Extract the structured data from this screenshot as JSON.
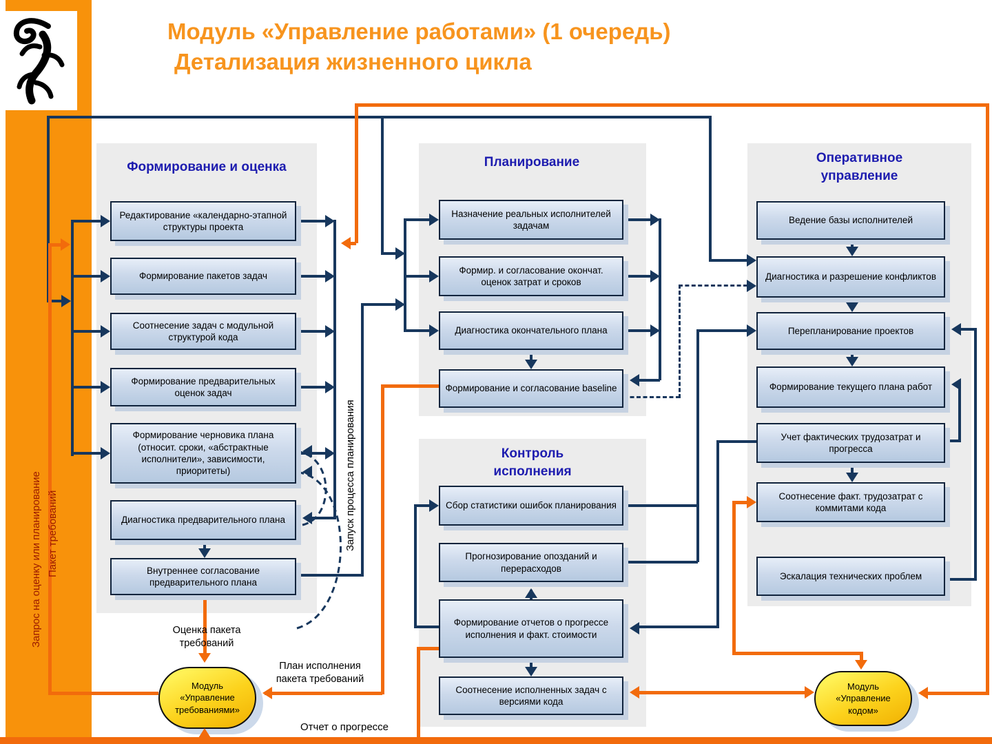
{
  "title": {
    "line1": "Модуль «Управление работами» (1 очередь)",
    "line2": "Детализация жизненного цикла"
  },
  "groups": [
    {
      "title": "Формирование и оценка",
      "boxes": [
        "Редактирование «календарно-этапной структуры проекта",
        "Формирование пакетов задач",
        "Соотнесение задач с модульной структурой кода",
        "Формирование предварительных оценок задач",
        "Формирование черновика плана (относит. сроки, «абстрактные исполнители», зависимости, приоритеты)",
        "Диагностика предварительного плана",
        "Внутреннее согласование предварительного плана"
      ]
    },
    {
      "title": "Планирование",
      "boxes": [
        "Назначение реальных исполнителей задачам",
        "Формир. и согласование окончат. оценок затрат и сроков",
        "Диагностика окончательного плана",
        "Формирование и согласование baseline"
      ]
    },
    {
      "title": "Оперативное управление",
      "boxes": [
        "Ведение базы исполнителей",
        "Диагностика и разрешение конфликтов",
        "Перепланирование проектов",
        "Формирование текущего плана работ",
        "Учет фактических трудозатрат и прогресса",
        "Соотнесение факт. трудозатрат с коммитами кода",
        "Эскалация технических проблем"
      ]
    },
    {
      "title": "Контроль исполнения",
      "boxes": [
        "Сбор статистики ошибок планирования",
        "Прогнозирование опозданий и перерасходов",
        "Формирование отчетов о прогрессе исполнения и факт. стоимости",
        "Соотнесение исполненных задач с версиями кода"
      ]
    }
  ],
  "modules": [
    {
      "text": "Модуль «Управление требованиями»"
    },
    {
      "text": "Модуль «Управление кодом»"
    }
  ],
  "labels": {
    "package_estimate": "Оценка пакета требований",
    "execution_plan": "План исполнения пакета требований",
    "progress_report": "Отчет о прогрессе",
    "request_vertical": "Запрос на оценку или планирование",
    "package_vertical": "Пакет требований",
    "planning_start_vertical": "Запуск процесса планирования"
  },
  "colors": {
    "accent_orange": "#f26b0c",
    "band_orange": "#f8920b",
    "title_orange": "#f7941e",
    "connector_navy": "#17375d",
    "header_blue": "#1d1caf",
    "node_fill_top": "#e7eef8",
    "node_fill_bottom": "#b5c9e0",
    "module_yellow": "#fcd21c"
  }
}
